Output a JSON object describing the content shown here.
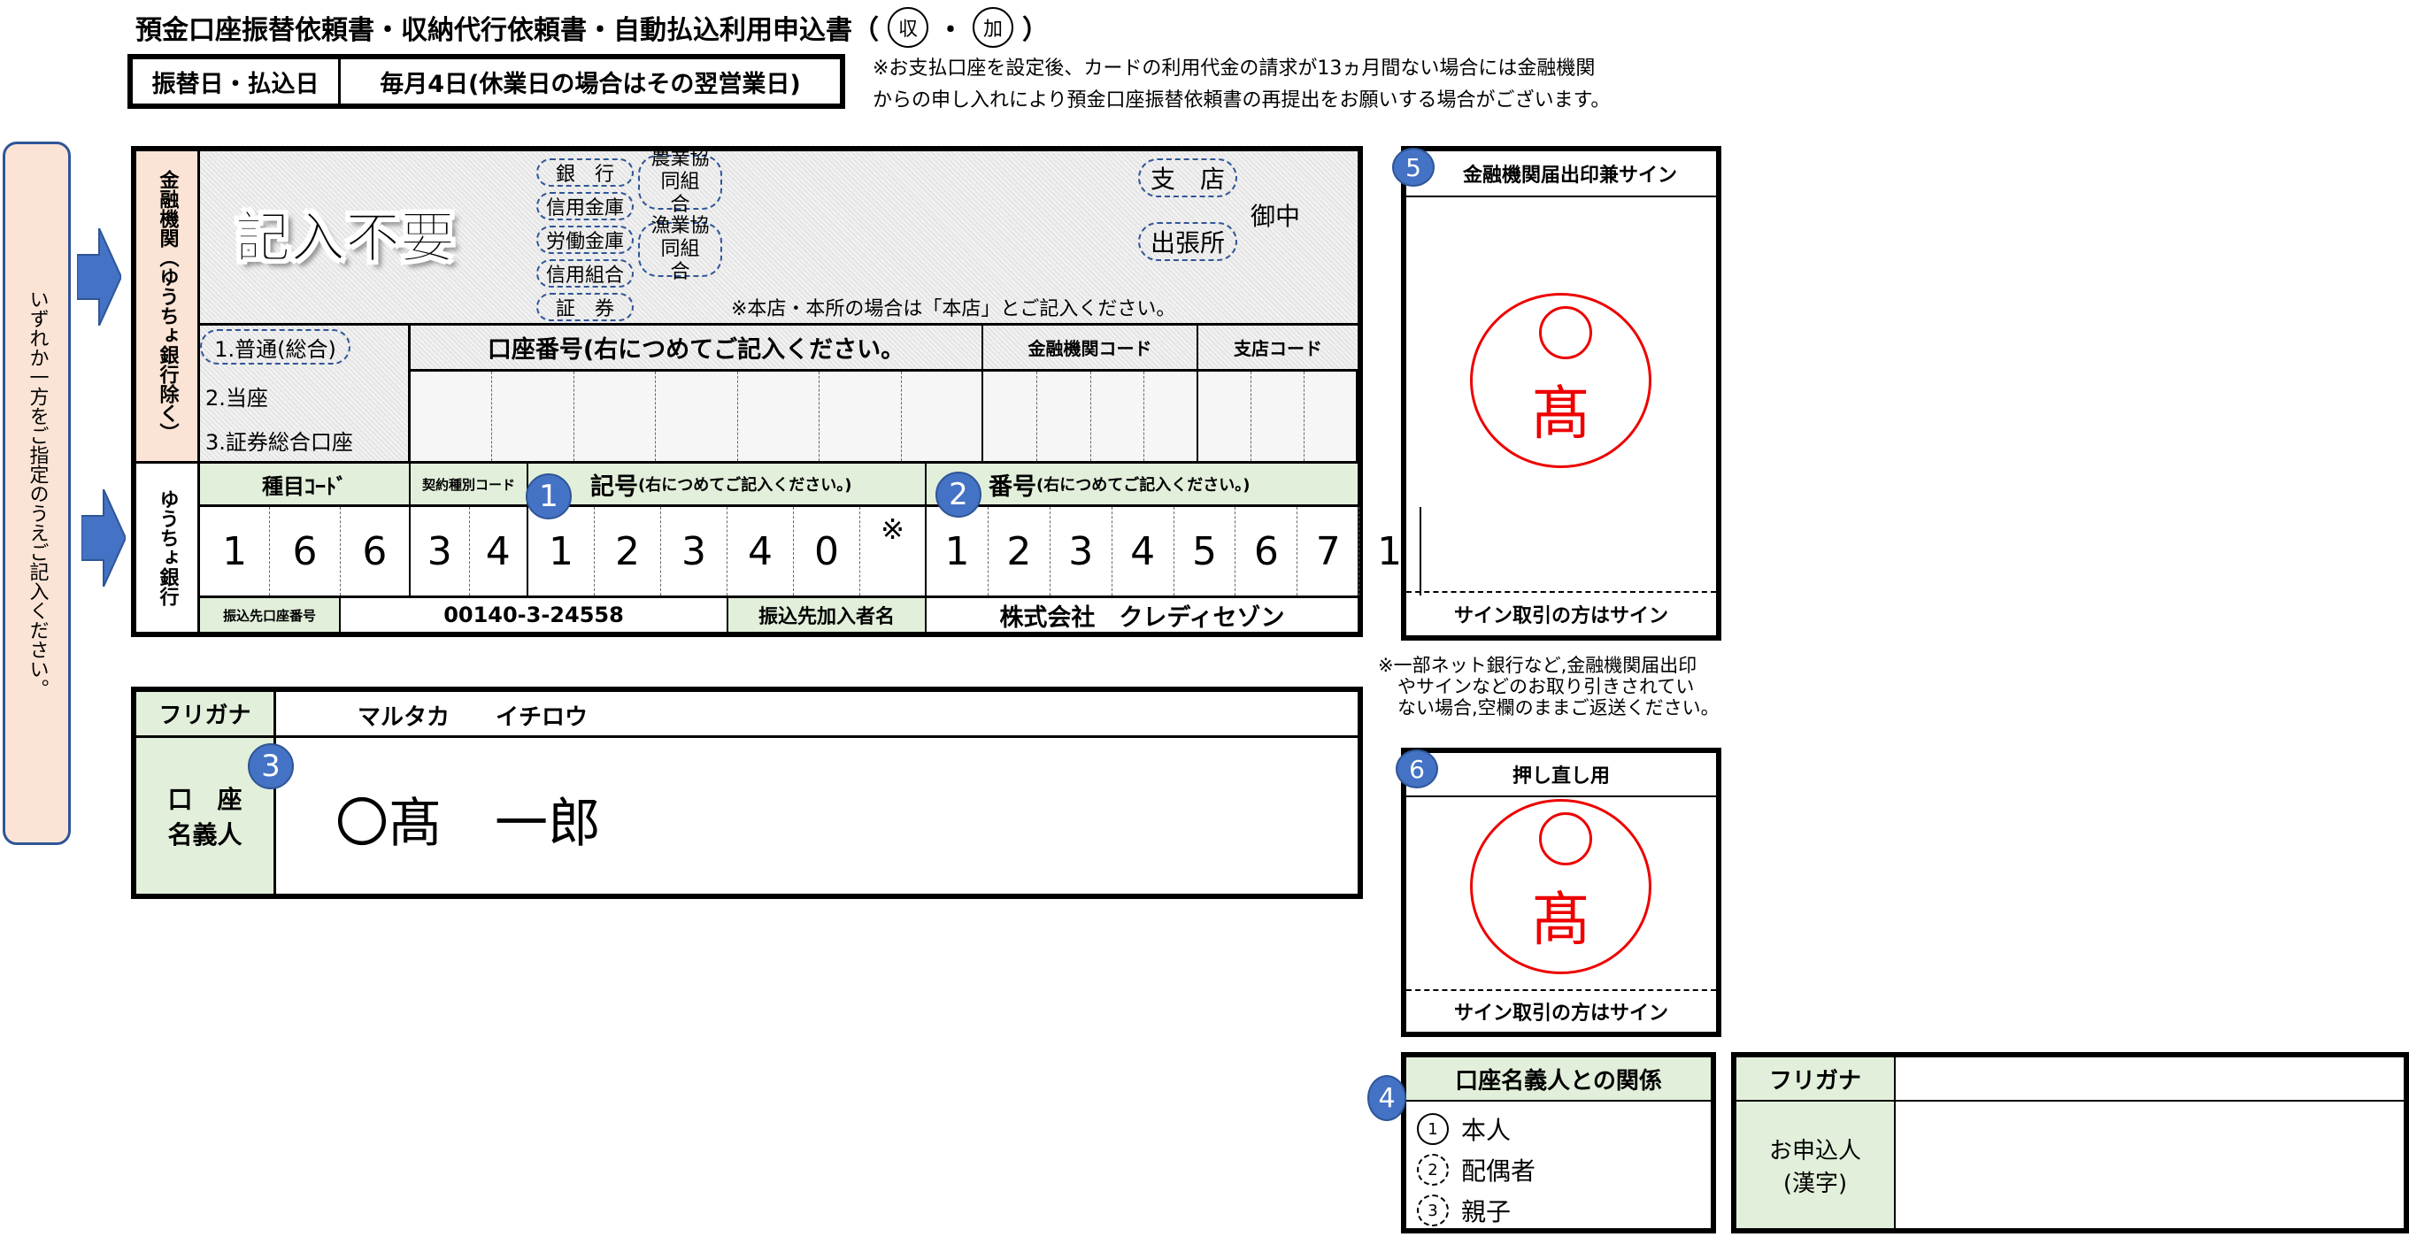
{
  "title": {
    "text": "預金口座振替依頼書・収納代行依頼書・自動払込利用申込書（",
    "mark1": "収",
    "dot": "・",
    "mark2": "加",
    "close": "）"
  },
  "date_box": {
    "label": "振替日・払込日",
    "value": "毎月4日(休業日の場合はその翌営業日)"
  },
  "top_note": [
    "※お支払口座を設定後、カードの利用代金の請求が13ヵ月間ない場合には金融機関",
    "からの申し入れにより預金口座振替依頼書の再提出をお願いする場合がございます。"
  ],
  "side_pill": "いずれか一方をご指定のうえご記入ください。",
  "bank": {
    "label": "金融機関（ゆうちょ銀行除く）",
    "types": [
      "銀　行",
      "信用金庫",
      "労働金庫",
      "信用組合",
      "証　券"
    ],
    "types2": [
      "農業協同組　合",
      "漁業協同組　合"
    ],
    "branch_types": [
      "支　店",
      "出張所"
    ],
    "gochu": "御中",
    "note": "※本店・本所の場合は「本店」とご記入ください。",
    "stamp": "記入不要",
    "account_types": [
      "1.普通(総合)",
      "2.当座",
      "3.証券総合口座"
    ],
    "account_number_header": "口座番号(右につめてご記入ください。",
    "bank_code_header": "金融機関コード",
    "branch_code_header": "支店コード"
  },
  "yucho": {
    "label": "ゆうちょ銀行",
    "type_code_header": "種目ｺｰﾄﾞ",
    "contract_code_header": "契約種別コード",
    "symbol_header": "記号",
    "symbol_hint": "(右につめてご記入ください。)",
    "number_header": "番号",
    "number_hint": "(右につめてご記入ください。)",
    "type_code_digits": [
      "1",
      "6",
      "6"
    ],
    "contract_code_digits": [
      "3",
      "4"
    ],
    "symbol_digits": [
      "1",
      "2",
      "3",
      "4",
      "0"
    ],
    "symbol_mark": "※",
    "number_digits": [
      "1",
      "2",
      "3",
      "4",
      "5",
      "6",
      "7",
      "1"
    ],
    "dest_account_label": "振込先口座番号",
    "dest_account_value": "00140-3-24558",
    "dest_name_label": "振込先加入者名",
    "dest_name_value": "株式会社　クレディセゾン"
  },
  "badges": [
    "1",
    "2",
    "3",
    "4",
    "5",
    "6"
  ],
  "holder": {
    "furigana_label": "フリガナ",
    "furigana_value": "マルタカ　　イチロウ",
    "name_label": "口　座\n名義人",
    "name_value": "〇髙　一郎"
  },
  "seal_box": {
    "header": "金融機関届出印兼サイン",
    "footer": "サイン取引の方はサイン",
    "seal_char": "髙"
  },
  "seal_note": [
    "※一部ネット銀行など,金融機関届出印",
    "やサインなどのお取り引きされてい",
    "ない場合,空欄のままご返送ください。"
  ],
  "reseal_box": {
    "header": "押し直し用",
    "footer": "サイン取引の方はサイン",
    "seal_char": "髙"
  },
  "relation": {
    "header": "口座名義人との関係",
    "options": [
      {
        "num": "1",
        "label": "本人",
        "selected": true
      },
      {
        "num": "2",
        "label": "配偶者",
        "selected": false
      },
      {
        "num": "3",
        "label": "親子",
        "selected": false
      }
    ]
  },
  "applicant": {
    "furigana_label": "フリガナ",
    "name_label": "お申込人\n(漢字)",
    "furigana_value": "",
    "name_value": ""
  },
  "colors": {
    "badge": "#4472c4",
    "green": "#e2efda",
    "pink": "#fbe4d5",
    "seal": "#e00000"
  }
}
